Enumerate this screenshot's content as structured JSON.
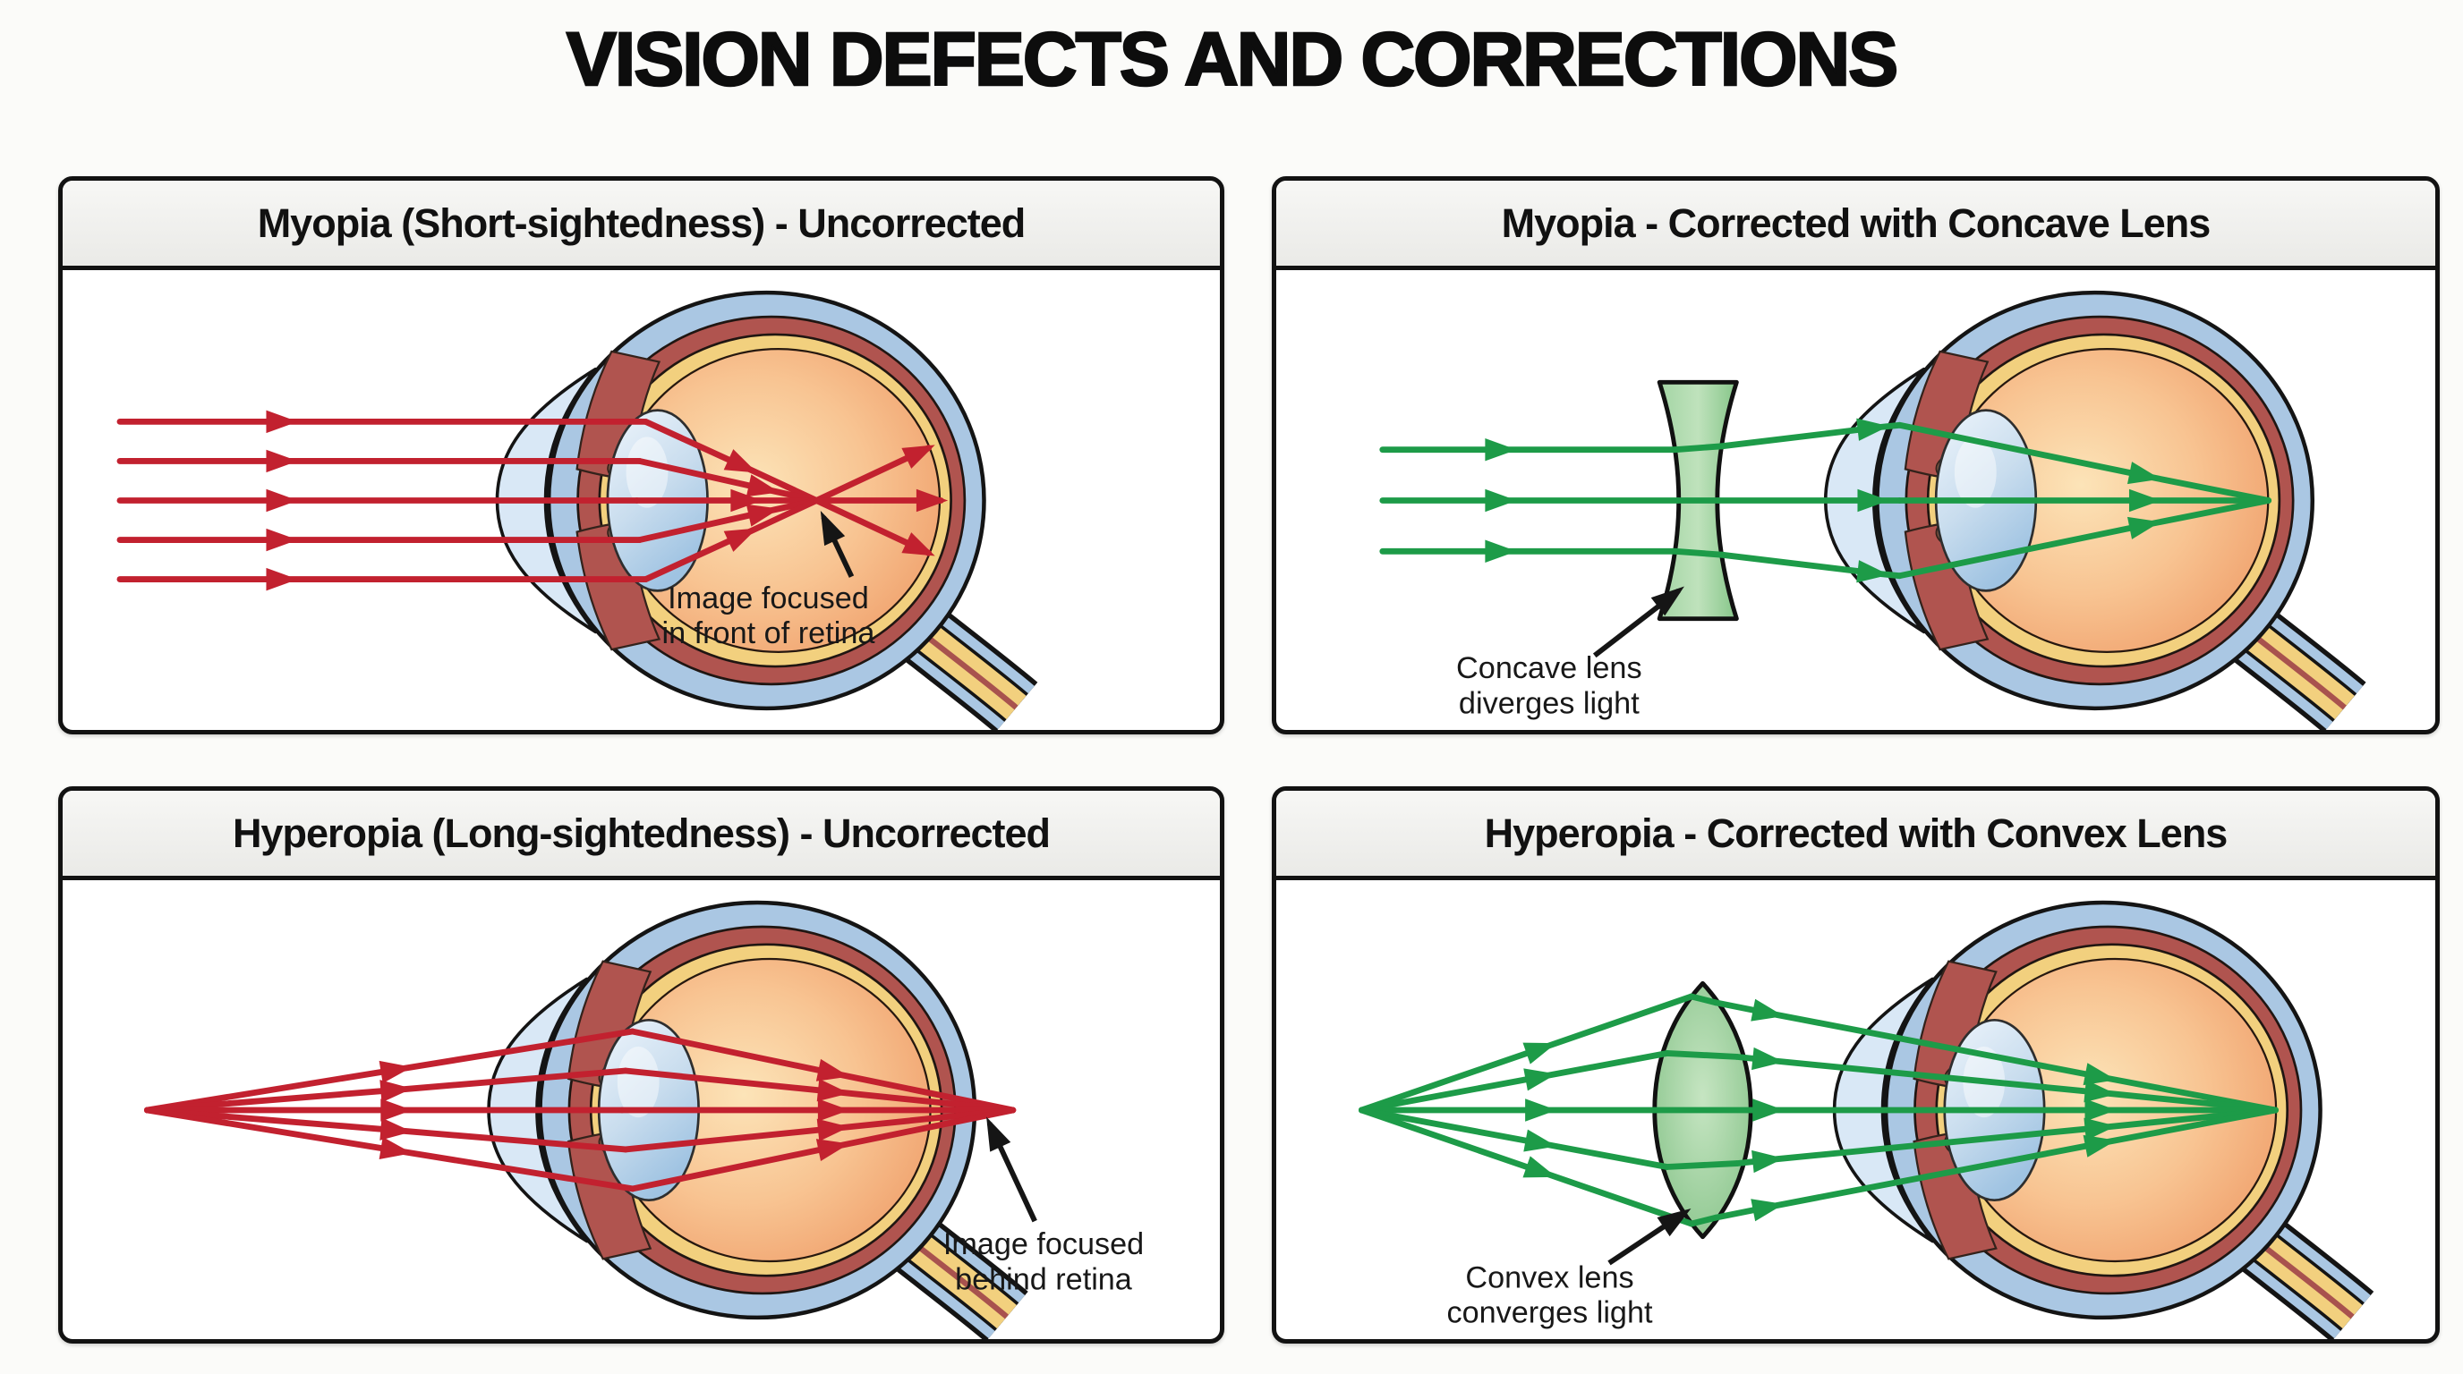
{
  "title": "VISION DEFECTS AND CORRECTIONS",
  "panels": {
    "myopia_uncorrected": {
      "header": "Myopia (Short-sightedness) - Uncorrected",
      "label_line1": "Image focused",
      "label_line2": "in front of retina"
    },
    "myopia_corrected": {
      "header": "Myopia - Corrected with Concave Lens",
      "label_line1": "Concave lens",
      "label_line2": "diverges light"
    },
    "hyperopia_uncorrected": {
      "header": "Hyperopia (Long-sightedness) - Uncorrected",
      "label_line1": "Image focused",
      "label_line2": "behind retina"
    },
    "hyperopia_corrected": {
      "header": "Hyperopia - Corrected with Convex Lens",
      "label_line1": "Convex lens",
      "label_line2": "converges light"
    }
  },
  "colors": {
    "ray_red": "#c2212f",
    "ray_green": "#1d9b48",
    "annotation_black": "#151515",
    "lens_green": "#93cd96",
    "sclera_blue": "#aac7e3",
    "cornea_blue": "#d9e8f6",
    "choroid_red": "#b0544f",
    "retina_yellow": "#f2d07e",
    "iris_brown": "#8a5e49",
    "header_background": "#f2f2ef",
    "panel_border": "#121212"
  }
}
